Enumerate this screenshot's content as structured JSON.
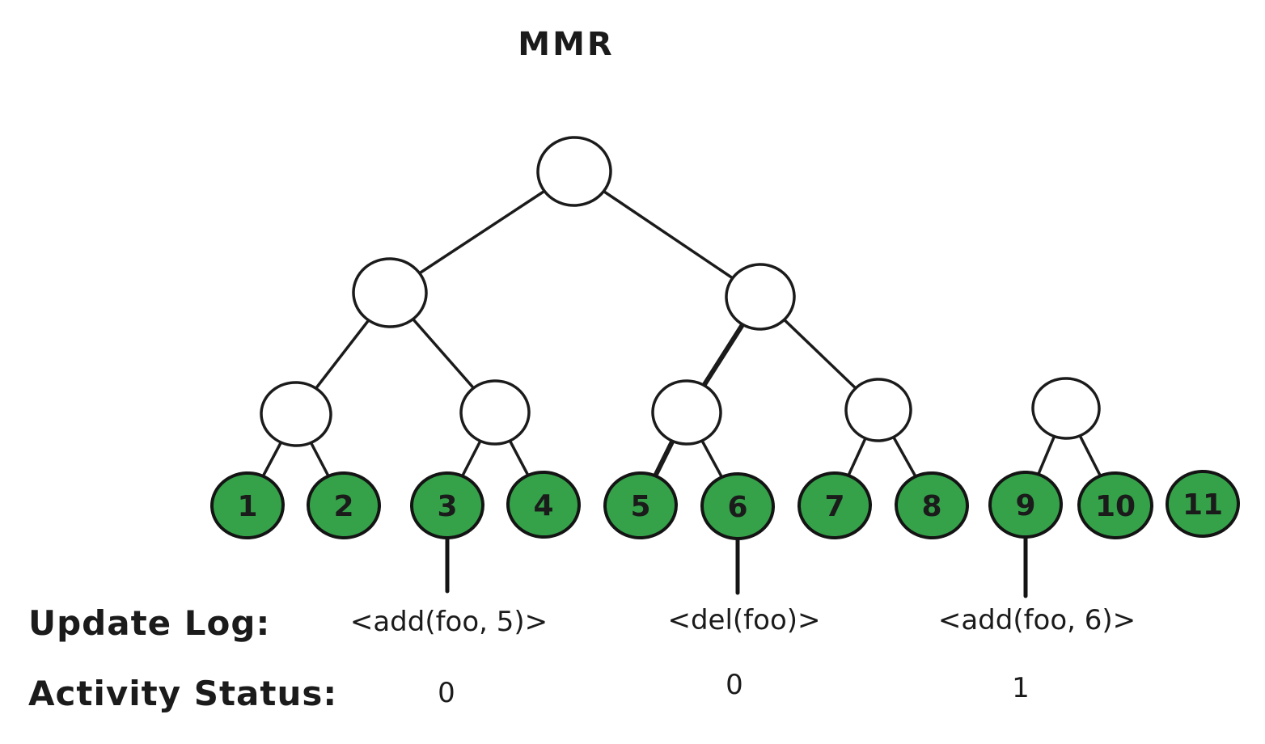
{
  "title": "MMR",
  "tree": {
    "leaves": [
      {
        "label": "1"
      },
      {
        "label": "2"
      },
      {
        "label": "3"
      },
      {
        "label": "4"
      },
      {
        "label": "5"
      },
      {
        "label": "6"
      },
      {
        "label": "7"
      },
      {
        "label": "8"
      },
      {
        "label": "9"
      },
      {
        "label": "10"
      },
      {
        "label": "11"
      }
    ]
  },
  "update_log": {
    "label": "Update Log:",
    "entries": [
      "<add(foo, 5)>",
      "<del(foo)>",
      "<add(foo, 6)>"
    ]
  },
  "activity_status": {
    "label": "Activity Status:",
    "values": [
      "0",
      "0",
      "1"
    ]
  },
  "colors": {
    "leaf_fill": "#35a24a",
    "stroke": "#1b1b1b"
  }
}
